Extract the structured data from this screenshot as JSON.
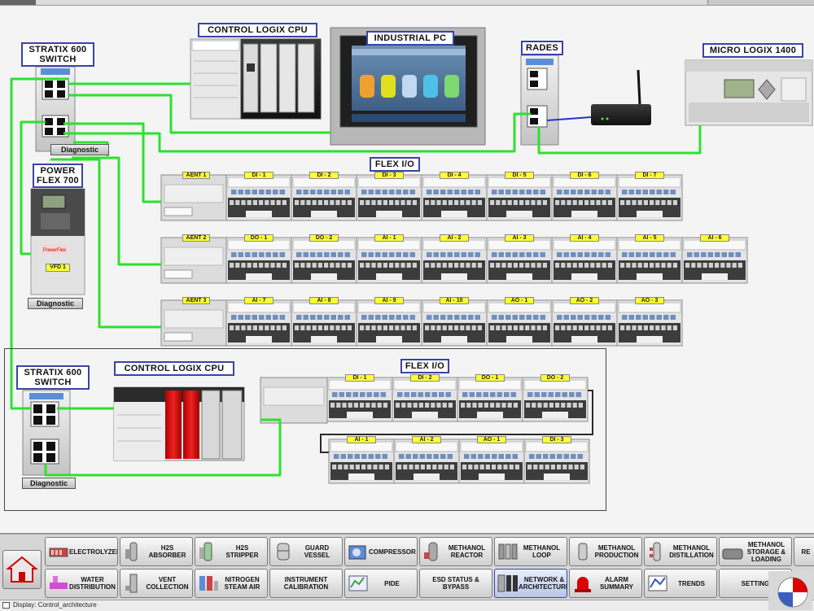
{
  "titles": {
    "stratix_top": [
      "STRATIX 600",
      "SWITCH"
    ],
    "clx_cpu_top": "CONTROL LOGIX CPU",
    "industrial_pc": "INDUSTRIAL PC",
    "rades": "RADES",
    "micrologix": "MICRO LOGIX 1400",
    "flex_io_top": "FLEX I/O",
    "powerflex": [
      "POWER",
      "FLEX 700"
    ],
    "stratix_bottom": [
      "STRATIX 600",
      "SWITCH"
    ],
    "clx_cpu_bottom": "CONTROL LOGIX CPU",
    "flex_io_bottom": "FLEX I/O"
  },
  "diagnostic_label": "Diagnostic",
  "vfd_label": "VFD 1",
  "flex_rows": [
    {
      "adapter": "AENT 1",
      "modules": [
        "DI - 1",
        "DI - 2",
        "DI - 3",
        "DI - 4",
        "DI - 5",
        "DI - 6",
        "DI - 7"
      ]
    },
    {
      "adapter": "AENT 2",
      "modules": [
        "DO - 1",
        "DO - 2",
        "AI - 1",
        "AI - 2",
        "AI - 3",
        "AI - 4",
        "AI - 5",
        "AI - 6"
      ]
    },
    {
      "adapter": "AENT 3",
      "modules": [
        "AI - 7",
        "AI - 8",
        "AI - 9",
        "AI - 10",
        "AO - 1",
        "AO - 2",
        "AO - 3"
      ]
    }
  ],
  "flex_bottom_rows": [
    [
      "DI - 1",
      "DI - 2",
      "DO - 1",
      "DO - 2"
    ],
    [
      "AI - 1",
      "AI - 2",
      "AO - 1",
      "DI - 3"
    ]
  ],
  "nav": {
    "row1": [
      {
        "label": "ELECTROLYZER",
        "icon": "electrolyzer-icon"
      },
      {
        "label": "H2S ABSORBER",
        "icon": "absorber-icon"
      },
      {
        "label": "H2S STRIPPER",
        "icon": "stripper-icon"
      },
      {
        "label": "GUARD VESSEL",
        "icon": "vessel-icon"
      },
      {
        "label": "COMPRESSOR",
        "icon": "compressor-icon"
      },
      {
        "label": "METHANOL REACTOR",
        "icon": "reactor-icon"
      },
      {
        "label": "METHANOL LOOP",
        "icon": "loop-icon"
      },
      {
        "label": "METHANOL PRODUCTION",
        "icon": "production-icon"
      },
      {
        "label": "METHANOL DISTILLATION",
        "icon": "distillation-icon"
      },
      {
        "label": "METHANOL STORAGE & LOADING",
        "icon": "storage-icon"
      },
      {
        "label": "RE",
        "icon": ""
      }
    ],
    "row2": [
      {
        "label": "WATER DISTRIBUTION",
        "icon": "water-icon"
      },
      {
        "label": "VENT COLLECTION",
        "icon": "vent-icon"
      },
      {
        "label": "NITROGEN STEAM AIR",
        "icon": "nitrogen-icon"
      },
      {
        "label": "INSTRUMENT CALIBRATION",
        "icon": ""
      },
      {
        "label": "PIDE",
        "icon": "pide-icon"
      },
      {
        "label": "ESD STATUS & BYPASS",
        "icon": ""
      },
      {
        "label": "NETWORK & ARCHITECTURE",
        "icon": "network-icon"
      },
      {
        "label": "ALARM SUMMARY",
        "icon": "alarm-icon"
      },
      {
        "label": "TRENDS",
        "icon": "trend-icon"
      },
      {
        "label": "SETTING",
        "icon": ""
      }
    ]
  },
  "status_text": "Display: Control_architecture",
  "colors": {
    "wire": "#2ee02e",
    "label_border": "#3a43a8",
    "tag_yellow": "#ffff33",
    "alarm_red": "#d00000"
  }
}
